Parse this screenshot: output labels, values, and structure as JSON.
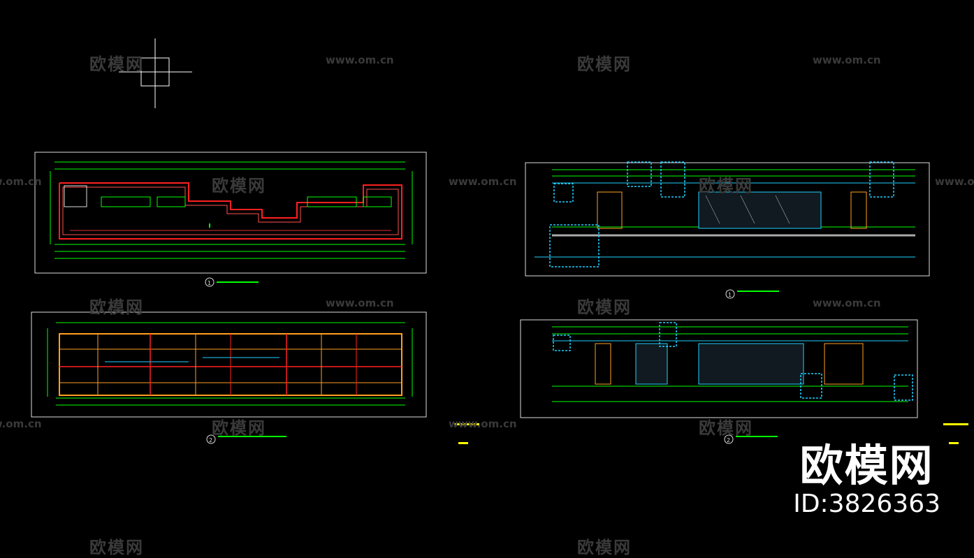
{
  "watermark": {
    "cn": "欧模网",
    "url": "www.om.cn"
  },
  "brand": {
    "logo": "欧模网",
    "id": "ID:3826363"
  },
  "drawings": [
    {
      "number": "1",
      "name": "plan-upper-left"
    },
    {
      "number": "2",
      "name": "plan-lower-left"
    },
    {
      "number": "1",
      "name": "elevation-upper-right"
    },
    {
      "number": "2",
      "name": "elevation-lower-right"
    }
  ],
  "colors": {
    "background": "#000000",
    "frame": "#ffffff",
    "dimension": "#00ff00",
    "wall": "#ff2020",
    "highlight": "#20d0ff",
    "accent": "#ffff00",
    "structure": "#ffa020"
  }
}
